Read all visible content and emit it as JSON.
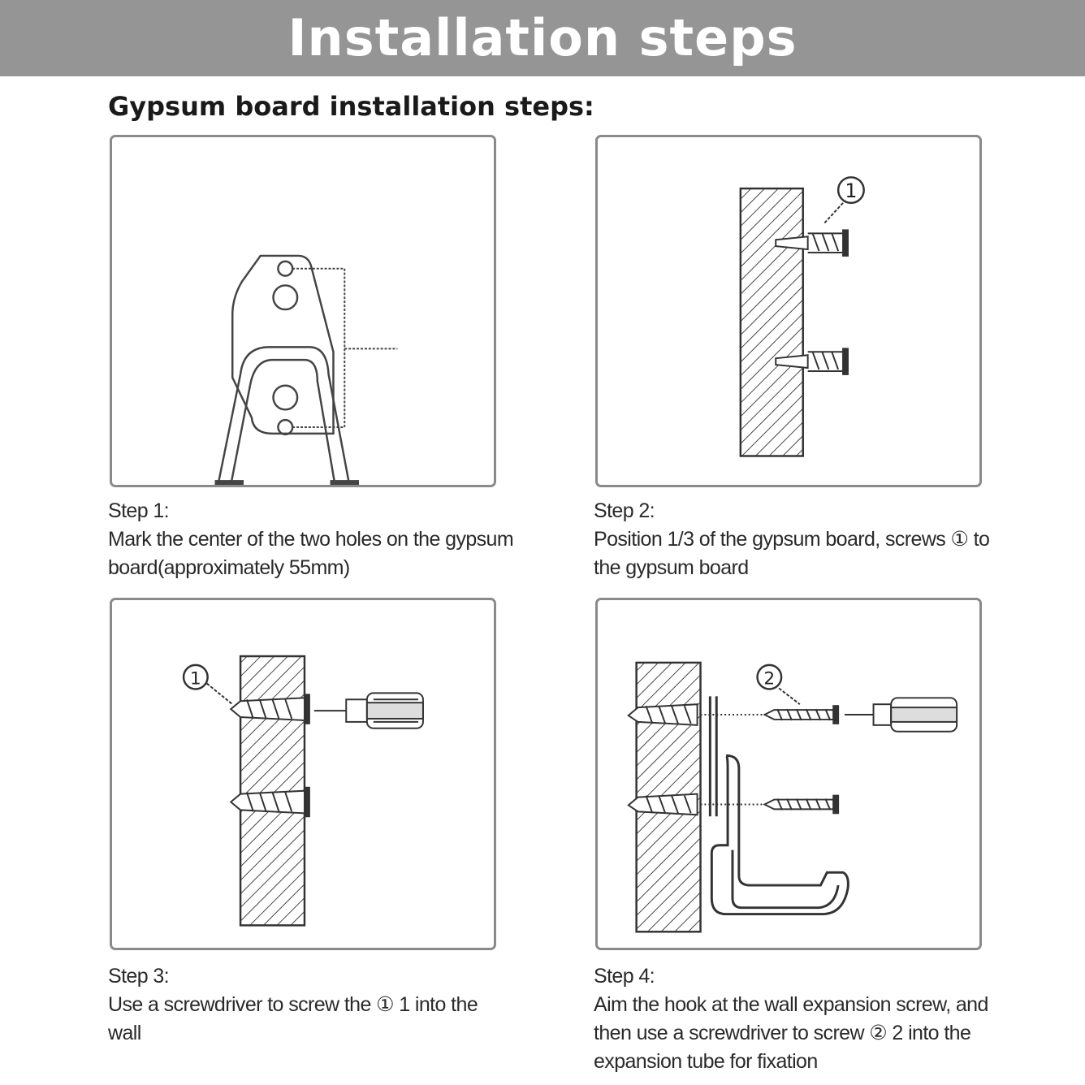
{
  "header": {
    "title": "Installation steps"
  },
  "subtitle": "Gypsum board installation steps:",
  "steps": [
    {
      "label": "Step 1:",
      "text": "Mark the center of the two holes on the gypsum board(approximately 55mm)"
    },
    {
      "label": "Step 2:",
      "text": "Position 1/3 of the gypsum board, screws ① to the gypsum board"
    },
    {
      "label": "Step 3:",
      "text": "Use a screwdriver to screw the ① 1 into the wall"
    },
    {
      "label": "Step 4:",
      "text": "Aim the hook at the wall expansion screw, and then use a screwdriver to screw ② 2 into the expansion tube for fixation"
    }
  ],
  "callouts": {
    "one": "1",
    "two": "2"
  }
}
